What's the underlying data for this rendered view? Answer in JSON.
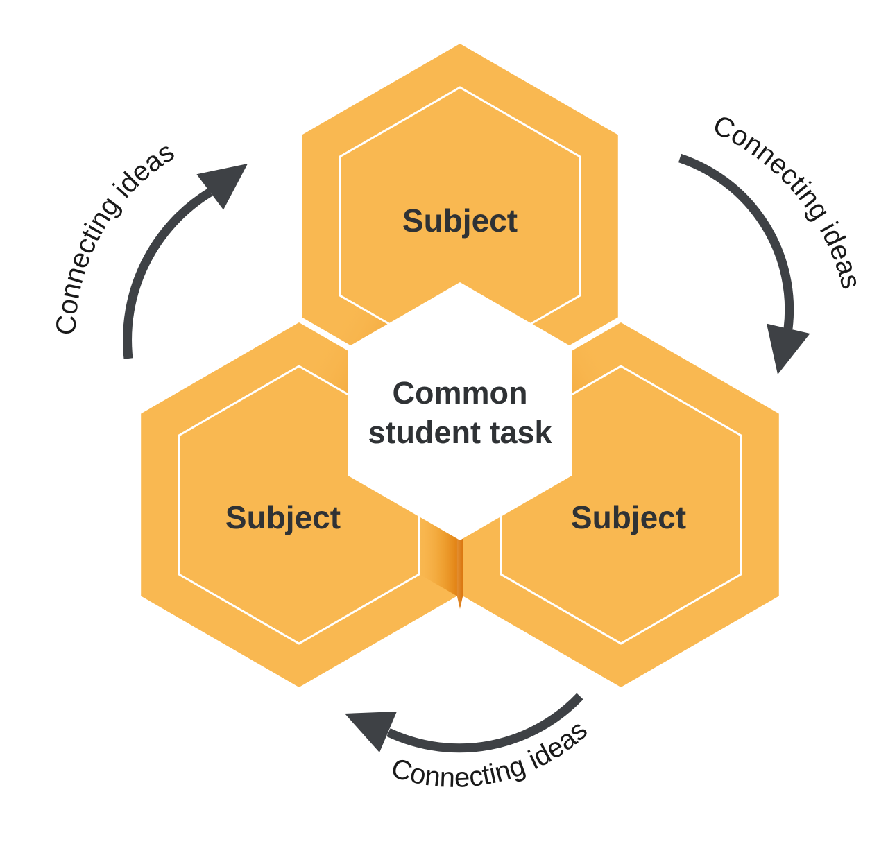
{
  "diagram": {
    "center_hexagon": {
      "line1": "Common",
      "line2": "student task"
    },
    "hexagons": [
      {
        "id": "top",
        "label": "Subject"
      },
      {
        "id": "left",
        "label": "Subject"
      },
      {
        "id": "right",
        "label": "Subject"
      }
    ],
    "arrows": [
      {
        "id": "top-left",
        "label": "Connecting ideas"
      },
      {
        "id": "right",
        "label": "Connecting ideas"
      },
      {
        "id": "bottom",
        "label": "Connecting ideas"
      }
    ],
    "colors": {
      "hex_fill": "#F9B851",
      "fold_shadow_dark": "#DB7302",
      "fold_shadow_mid": "#E78E18",
      "arrow": "#3E4145",
      "label_text": "#2F3235",
      "curved_text": "#191919",
      "background": "#FFFFFF"
    }
  }
}
